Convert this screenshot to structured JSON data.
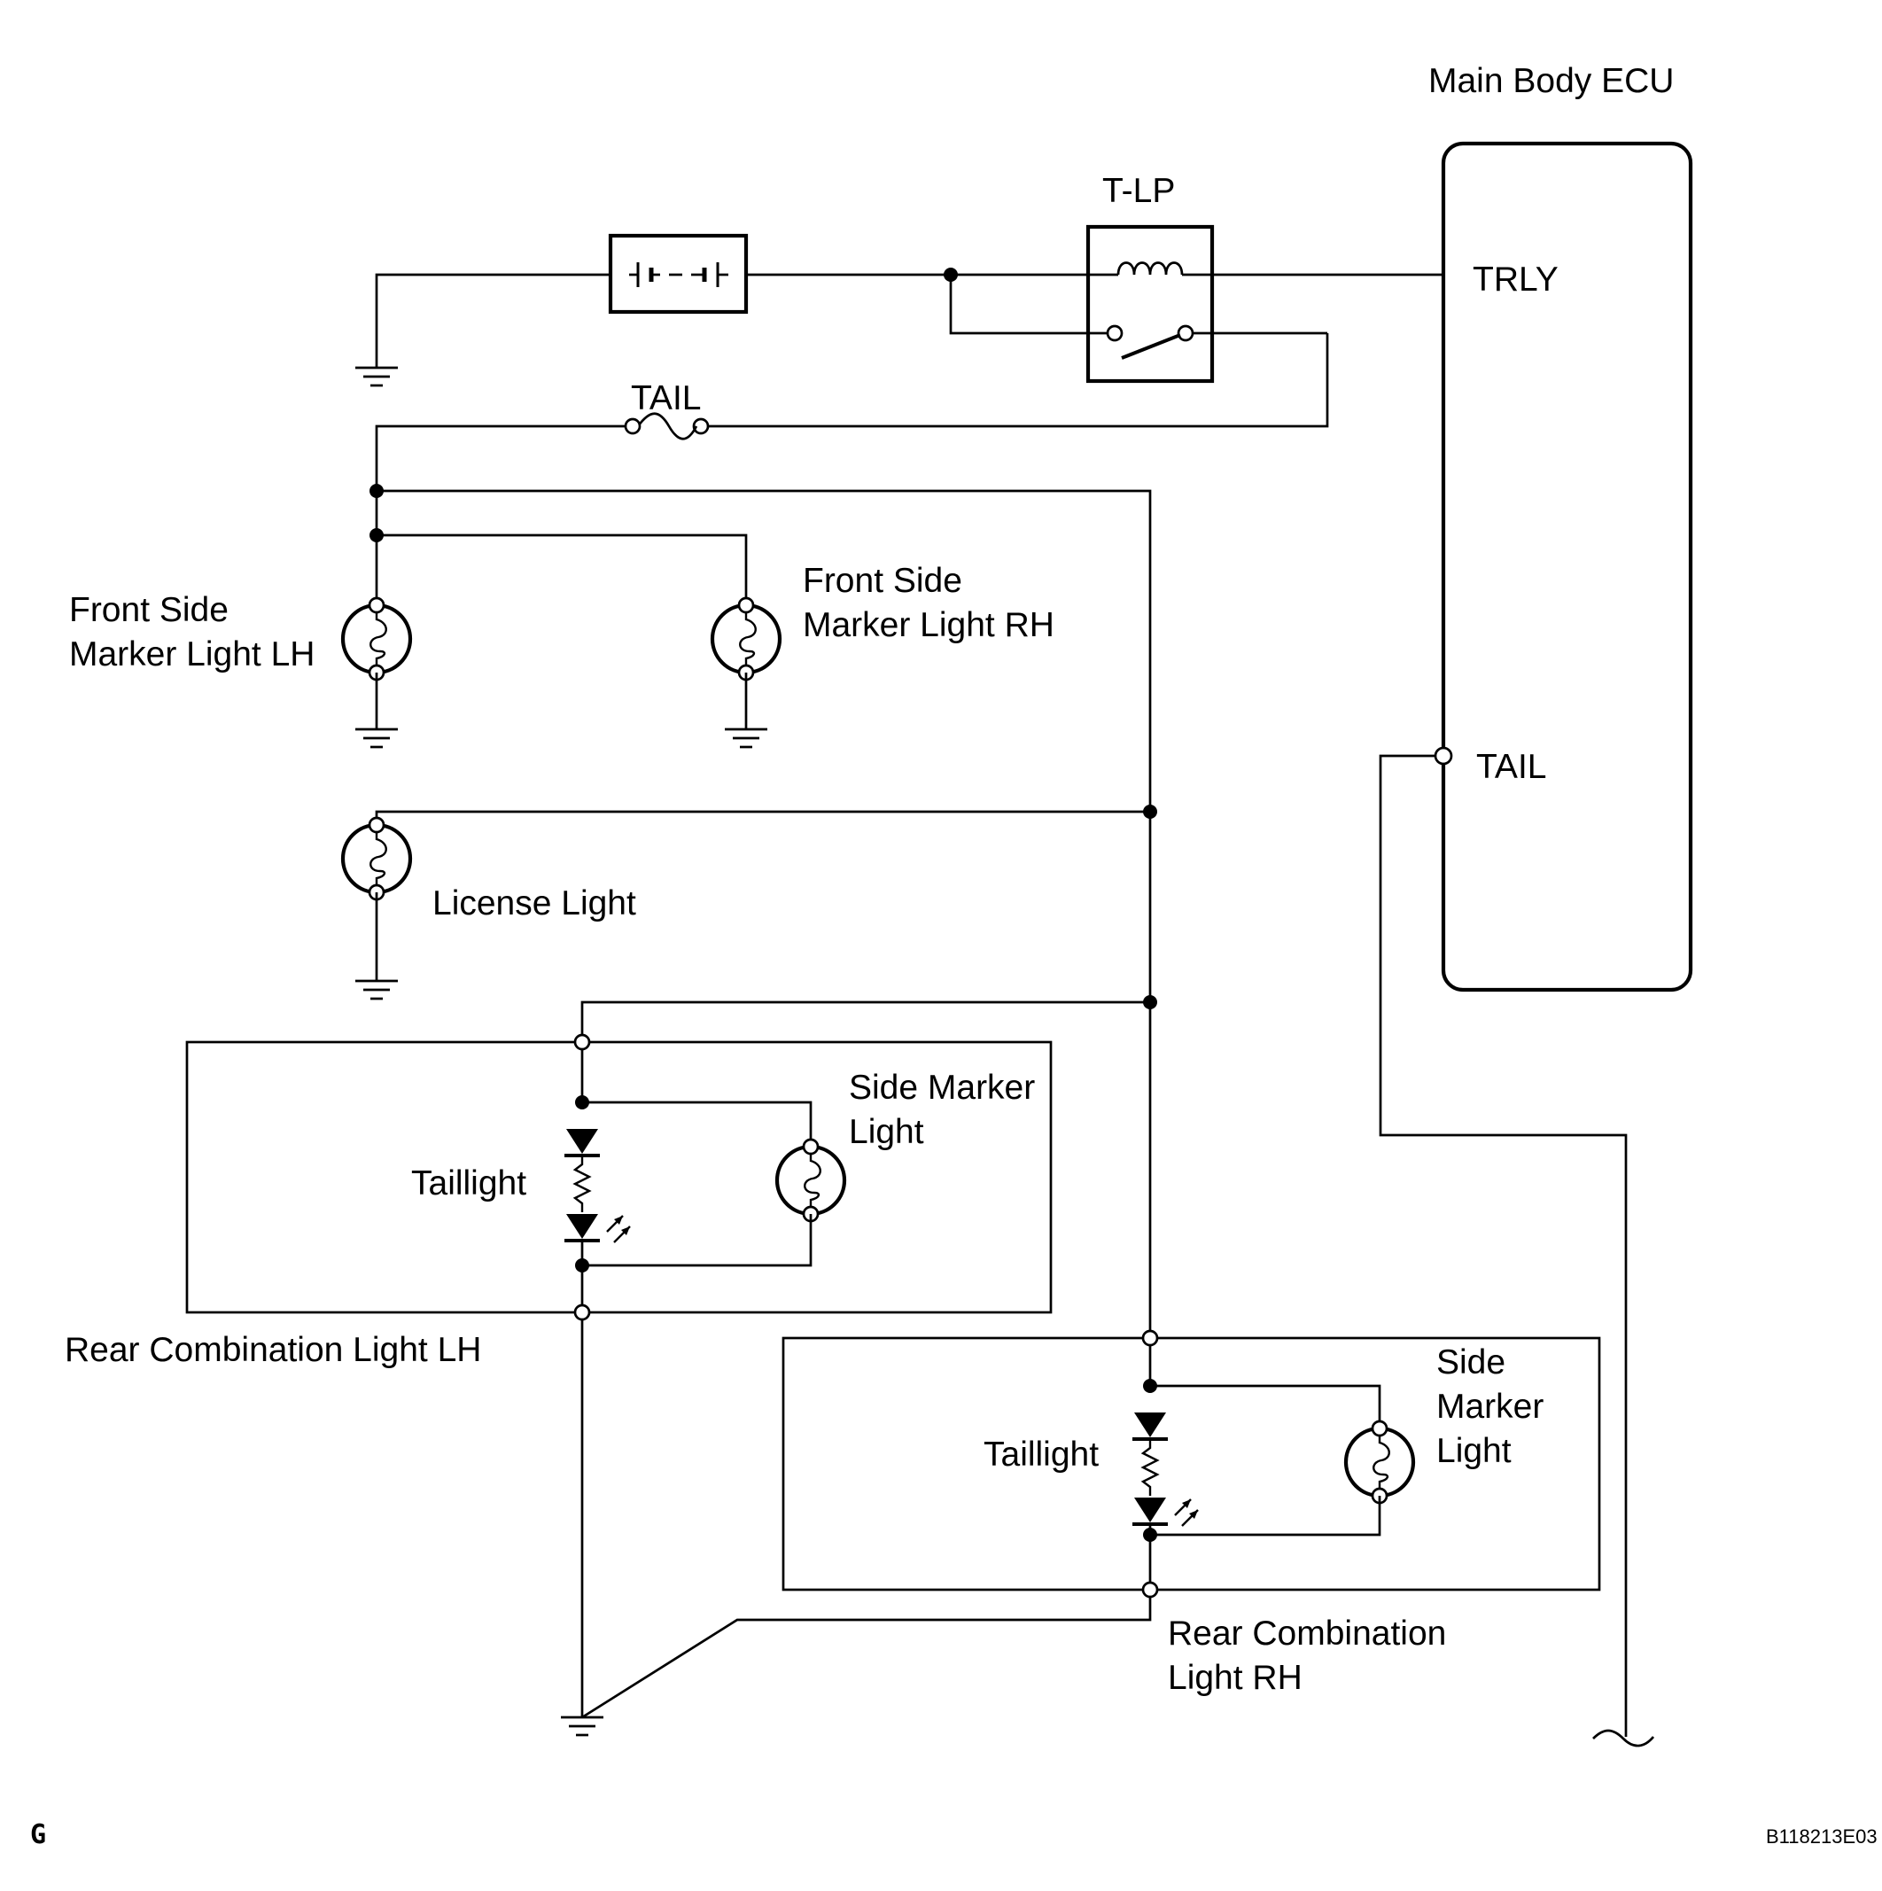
{
  "diagram": {
    "ecu_title": "Main Body ECU",
    "ecu_pin_trly": "TRLY",
    "ecu_pin_tail": "TAIL",
    "relay_label": "T-LP",
    "fuse_label": "TAIL",
    "front_lh_line1": "Front Side",
    "front_lh_line2": "Marker Light LH",
    "front_rh_line1": "Front Side",
    "front_rh_line2": "Marker Light RH",
    "license_label": "License Light",
    "rear_lh": {
      "side_marker_line1": "Side Marker",
      "side_marker_line2": "Light",
      "taillight": "Taillight",
      "name": "Rear Combination Light LH"
    },
    "rear_rh": {
      "side_marker_line1": "Side",
      "side_marker_line2": "Marker",
      "side_marker_line3": "Light",
      "taillight": "Taillight",
      "name_line1": "Rear Combination",
      "name_line2": "Light RH"
    },
    "corner_letter": "G",
    "figure_code": "B118213E03"
  }
}
